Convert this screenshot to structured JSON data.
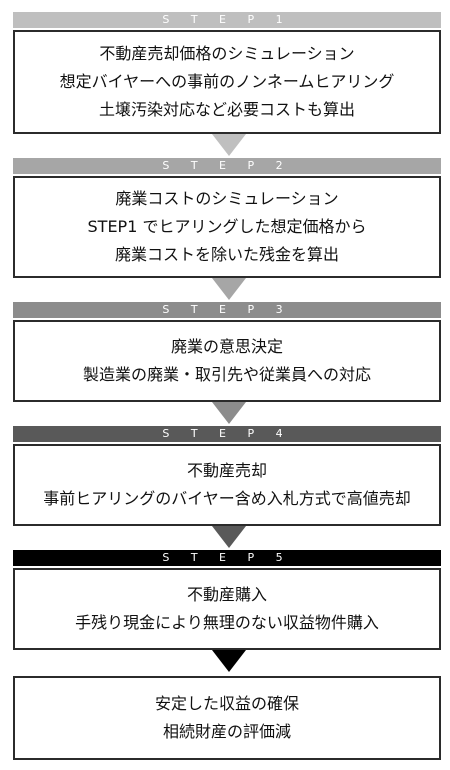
{
  "steps": [
    {
      "label": "S T E P 1",
      "color": "#bfbfbf",
      "lines": [
        "不動産売却価格のシミュレーション",
        "想定バイヤーへの事前のノンネームヒアリング",
        "土壌汚染対応など必要コストも算出"
      ]
    },
    {
      "label": "S T E P 2",
      "color": "#a6a6a6",
      "lines": [
        "廃業コストのシミュレーション",
        "STEP1 でヒアリングした想定価格から",
        "廃業コストを除いた残金を算出"
      ]
    },
    {
      "label": "S T E P 3",
      "color": "#8c8c8c",
      "lines": [
        "廃業の意思決定",
        "製造業の廃業・取引先や従業員への対応"
      ]
    },
    {
      "label": "S T E P 4",
      "color": "#595959",
      "lines": [
        "不動産売却",
        "事前ヒアリングのバイヤー含め入札方式で高値売却"
      ]
    },
    {
      "label": "S T E P 5",
      "color": "#000000",
      "lines": [
        "不動産購入",
        "手残り現金により無理のない収益物件購入"
      ]
    }
  ],
  "result": {
    "lines": [
      "安定した収益の確保",
      "相続財産の評価減"
    ]
  }
}
